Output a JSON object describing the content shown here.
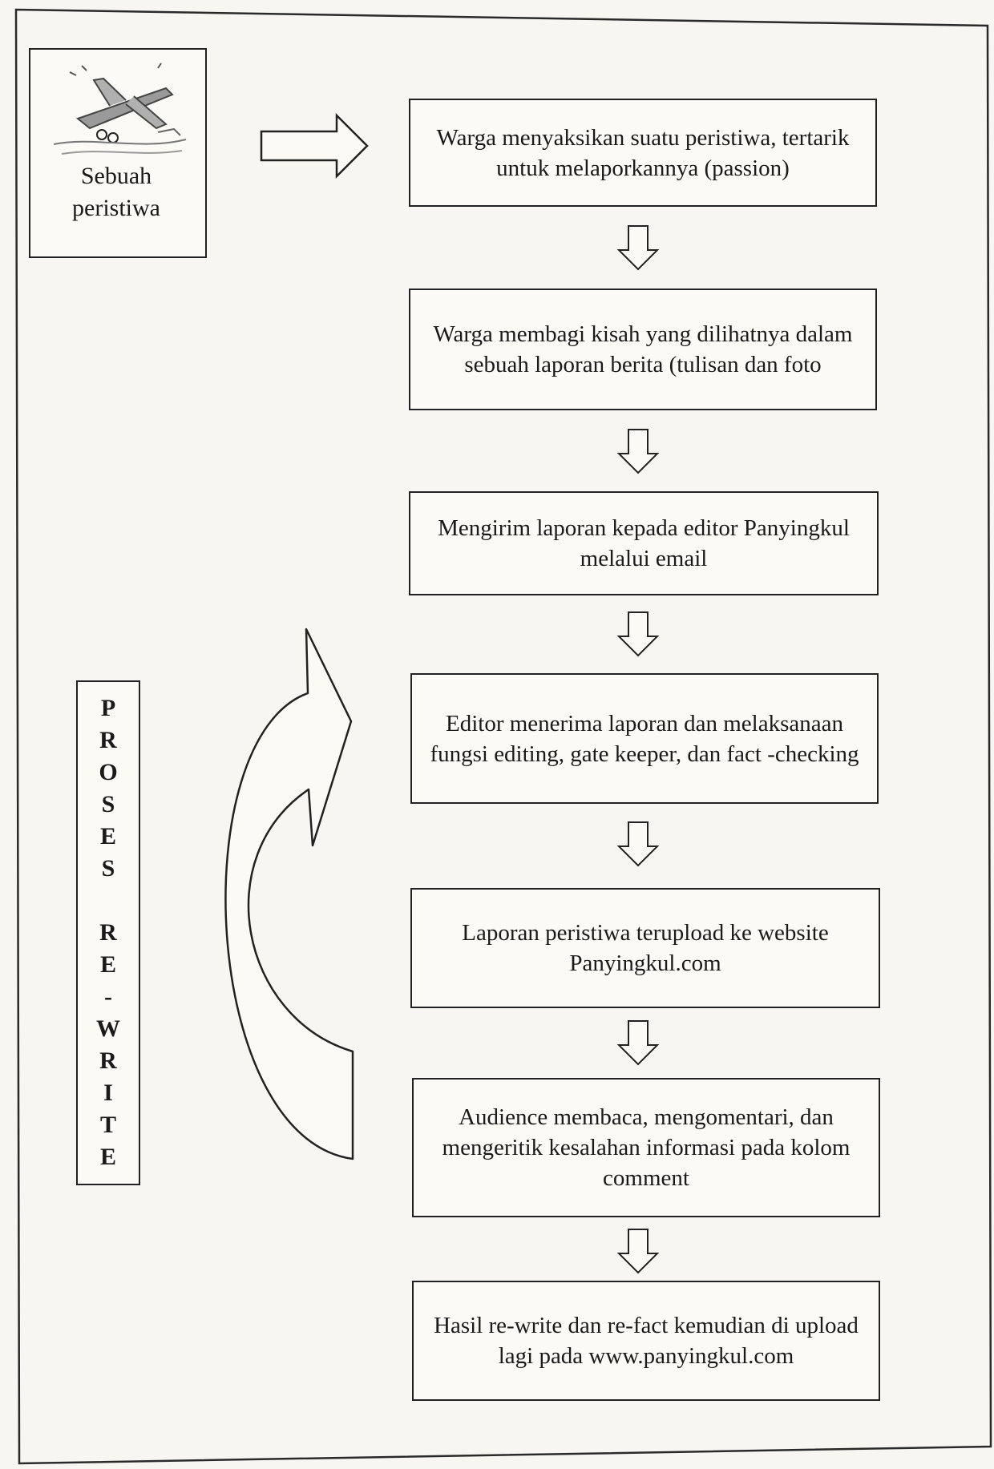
{
  "event": {
    "label": "Sebuah\nperistiwa",
    "illustration": "sketch of a crashed airplane"
  },
  "steps": [
    {
      "text": "Warga menyaksikan suatu peristiwa, tertarik untuk melaporkannya (passion)"
    },
    {
      "text": "Warga membagi kisah yang dilihatnya dalam sebuah laporan berita (tulisan dan foto"
    },
    {
      "text": "Mengirim laporan kepada editor Panyingkul melalui email"
    },
    {
      "text": "Editor menerima laporan dan melaksanaan fungsi editing, gate keeper, dan fact -checking"
    },
    {
      "text": "Laporan peristiwa terupload ke website Panyingkul.com"
    },
    {
      "text": "Audience membaca, mengomentari, dan mengeritik kesalahan informasi pada kolom comment"
    },
    {
      "text": "Hasil re-write dan re-fact kemudian di upload lagi pada www.panyingkul.com"
    }
  ],
  "side_label": {
    "text": "P\nR\nO\nS\nE\nS\n\nR\nE\n-\nW\nR\nI\nT\nE"
  },
  "icons": {
    "right_arrow": "right-arrow-icon",
    "down_arrow": "down-arrow-icon",
    "loop_arrow": "curved-loop-arrow-icon"
  }
}
